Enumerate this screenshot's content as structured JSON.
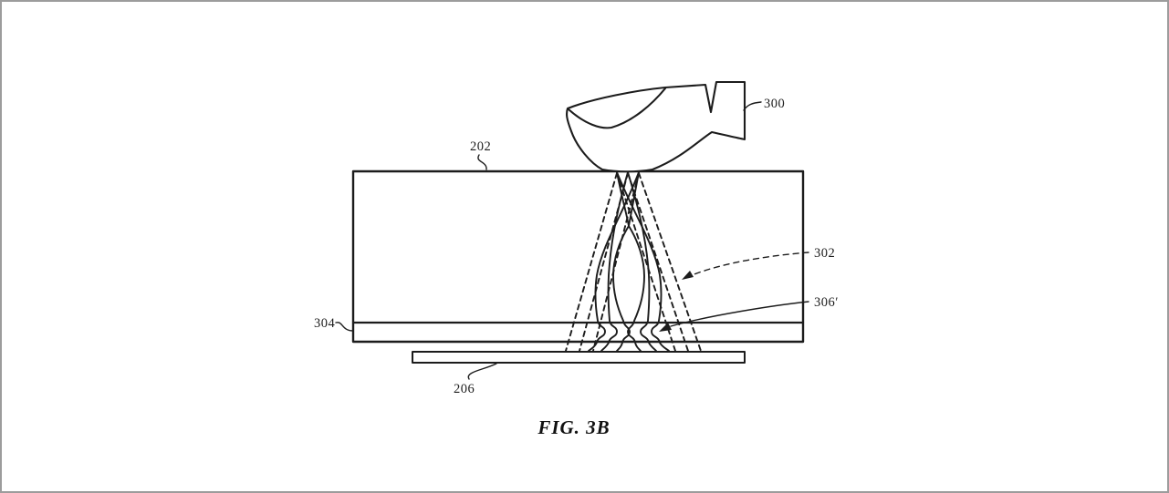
{
  "colors": {
    "ink": "#1c1c1c",
    "frame_border": "#9c9c9c",
    "background": "#ffffff"
  },
  "figure": {
    "caption": "FIG. 3B",
    "labels": {
      "finger": "300",
      "panel": "202",
      "incident_rays": "302",
      "refracted_rays": "306′",
      "layer": "304",
      "substrate": "206"
    }
  }
}
